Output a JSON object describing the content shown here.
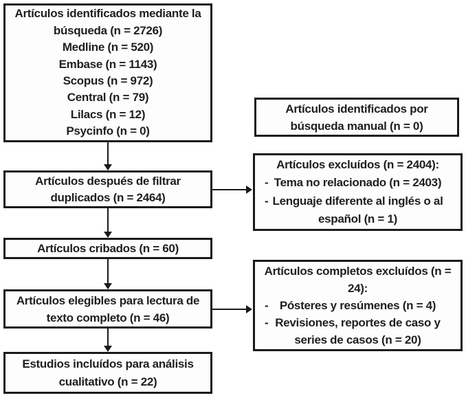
{
  "diagram": {
    "type": "prisma-flowchart",
    "language": "es",
    "bullet_marker": "-",
    "colors": {
      "border": "#1a1a1a",
      "text": "#1f1f1f",
      "background": "#ffffff"
    },
    "boxes": {
      "identified": {
        "total": 2726,
        "lines": [
          "Artículos identificados mediante la",
          "búsqueda (n = 2726)",
          "Medline (n = 520)",
          "Embase (n = 1143)",
          "Scopus (n = 972)",
          "Central (n = 79)",
          "Lilacs (n = 12)",
          "Psycinfo (n = 0)"
        ]
      },
      "manual": {
        "total": 0,
        "lines": [
          "Artículos identificados por",
          "búsqueda manual (n = 0)"
        ]
      },
      "deduplicated": {
        "total": 2464,
        "lines": [
          "Artículos después de filtrar",
          "duplicados (n = 2464)"
        ]
      },
      "excluded_screening": {
        "total": 2404,
        "lines": [
          "Artículos excluídos (n = 2404):",
          "Tema no relacionado (n = 2403)",
          "Lenguaje diferente al inglés o al",
          "español (n = 1)"
        ]
      },
      "screened": {
        "total": 60,
        "lines": [
          "Artículos cribados (n = 60)"
        ]
      },
      "eligible": {
        "total": 46,
        "lines": [
          "Artículos elegibles para lectura de",
          "texto completo (n = 46)"
        ]
      },
      "excluded_fulltext": {
        "total": 24,
        "lines": [
          "Artículos completos excluídos (n =",
          "24):",
          "Pósteres y resúmenes (n = 4)",
          "Revisiones, reportes de caso y",
          "series de casos (n = 20)"
        ]
      },
      "included": {
        "total": 22,
        "lines": [
          "Estudios incluídos para análisis",
          "cualitativo (n = 22)"
        ]
      }
    }
  }
}
